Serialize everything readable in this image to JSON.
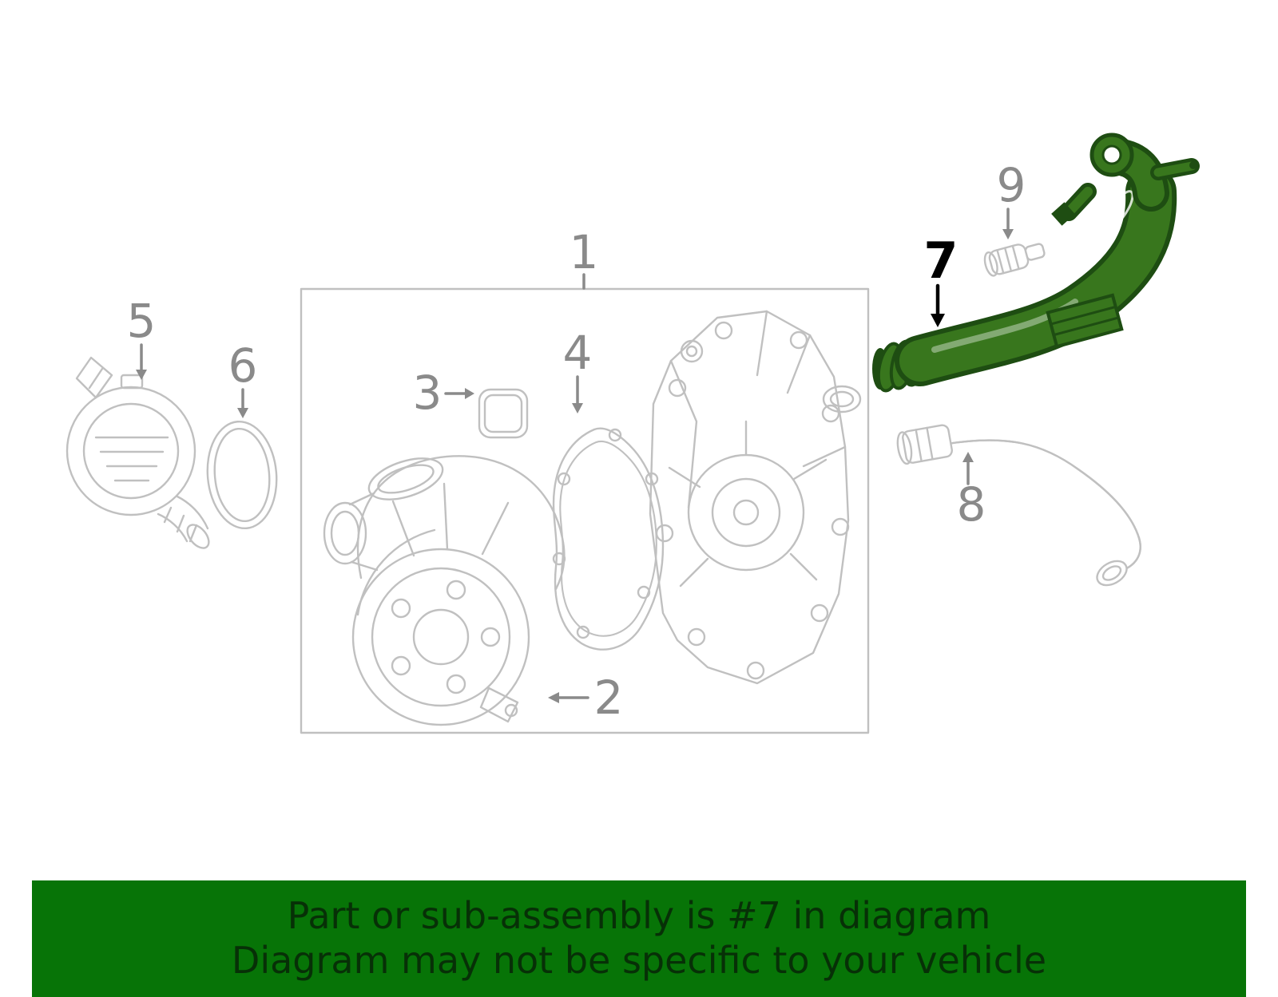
{
  "page": {
    "background_color": "#ffffff"
  },
  "diagram": {
    "line_color": "#c0c0c0",
    "callout_color": "#8a8a8a",
    "highlight_fill": "#38761d",
    "highlight_outline": "#1e4d12",
    "highlighted_callout": "7",
    "callouts": [
      {
        "label": "1"
      },
      {
        "label": "2"
      },
      {
        "label": "3"
      },
      {
        "label": "4"
      },
      {
        "label": "5"
      },
      {
        "label": "6"
      },
      {
        "label": "7",
        "highlighted": true
      },
      {
        "label": "8"
      },
      {
        "label": "9"
      }
    ]
  },
  "banner": {
    "background_color": "#077407",
    "text_color": "#073007",
    "line1": "Part or sub-assembly is #7 in diagram",
    "line2": "Diagram may not be specific to your vehicle"
  }
}
